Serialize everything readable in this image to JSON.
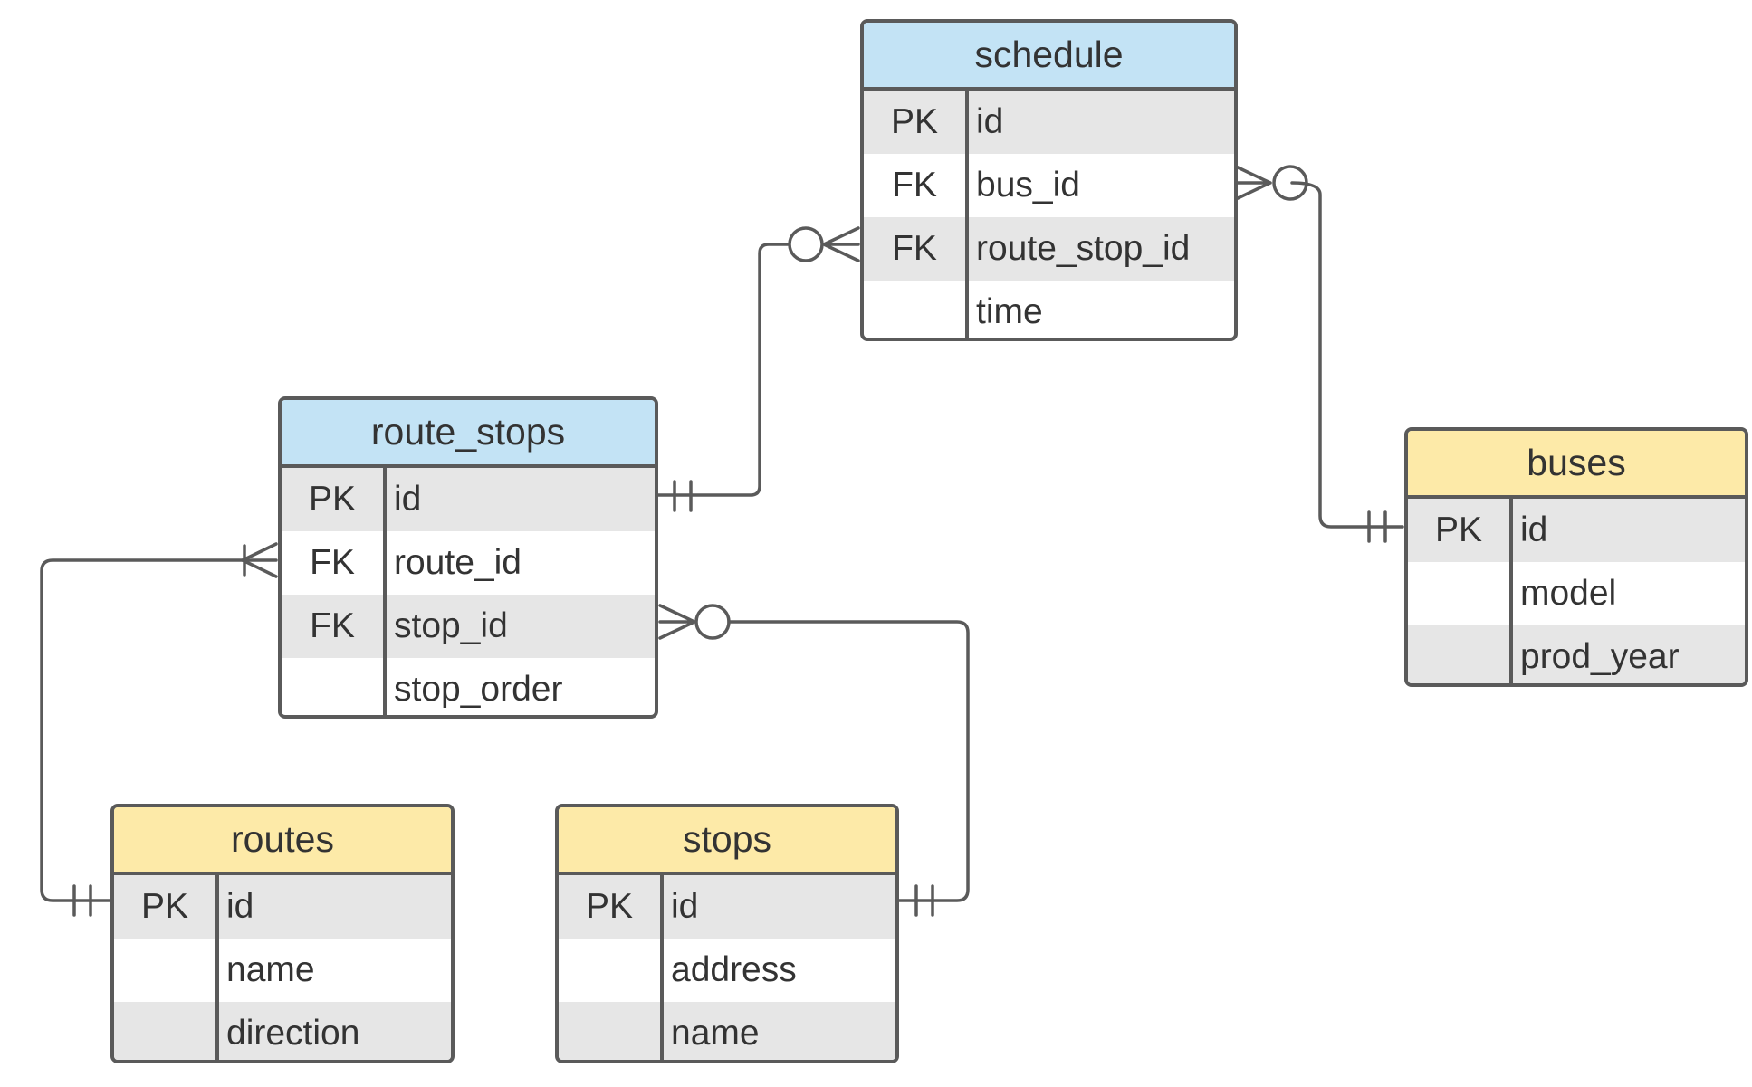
{
  "colors": {
    "line": "#5a5a5a",
    "header_blue": "#c3e3f5",
    "header_yellow": "#fdeaa8",
    "row_stripe": "#e6e6e6",
    "text": "#333333"
  },
  "entities": {
    "schedule": {
      "title": "schedule",
      "rows": [
        {
          "key": "PK",
          "column": "id"
        },
        {
          "key": "FK",
          "column": "bus_id"
        },
        {
          "key": "FK",
          "column": "route_stop_id"
        },
        {
          "key": "",
          "column": "time"
        }
      ]
    },
    "route_stops": {
      "title": "route_stops",
      "rows": [
        {
          "key": "PK",
          "column": "id"
        },
        {
          "key": "FK",
          "column": "route_id"
        },
        {
          "key": "FK",
          "column": "stop_id"
        },
        {
          "key": "",
          "column": "stop_order"
        }
      ]
    },
    "buses": {
      "title": "buses",
      "rows": [
        {
          "key": "PK",
          "column": "id"
        },
        {
          "key": "",
          "column": "model"
        },
        {
          "key": "",
          "column": "prod_year"
        }
      ]
    },
    "routes": {
      "title": "routes",
      "rows": [
        {
          "key": "PK",
          "column": "id"
        },
        {
          "key": "",
          "column": "name"
        },
        {
          "key": "",
          "column": "direction"
        }
      ]
    },
    "stops": {
      "title": "stops",
      "rows": [
        {
          "key": "PK",
          "column": "id"
        },
        {
          "key": "",
          "column": "address"
        },
        {
          "key": "",
          "column": "name"
        }
      ]
    }
  },
  "relationships": [
    {
      "from": "schedule.bus_id",
      "to": "buses.id",
      "from_cardinality": "zero-or-many",
      "to_cardinality": "one-and-only-one"
    },
    {
      "from": "schedule.route_stop_id",
      "to": "route_stops.id",
      "from_cardinality": "zero-or-many",
      "to_cardinality": "one-and-only-one"
    },
    {
      "from": "route_stops.route_id",
      "to": "routes.id",
      "from_cardinality": "one-or-many",
      "to_cardinality": "one-and-only-one"
    },
    {
      "from": "route_stops.stop_id",
      "to": "stops.id",
      "from_cardinality": "zero-or-many",
      "to_cardinality": "one-and-only-one"
    }
  ]
}
